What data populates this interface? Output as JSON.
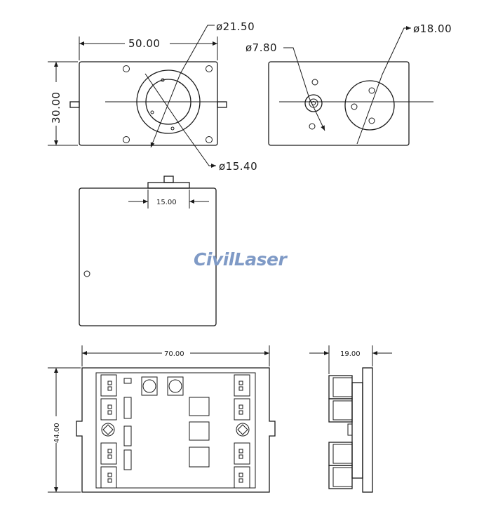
{
  "drawing": {
    "top_view": {
      "width_label": "50.00",
      "height_label": "30.00",
      "outer_diameter_label": "ø21.50",
      "inner_diameter_label": "ø15.40"
    },
    "end_view": {
      "small_port_label": "ø7.80",
      "large_port_label": "ø18.00"
    },
    "side_view": {
      "tab_width_label": "15.00"
    },
    "watermark": "CivilLaser",
    "board_view": {
      "width_label": "70.00",
      "height_label": "44.00"
    },
    "board_side_view": {
      "depth_label": "19.00"
    }
  },
  "colors": {
    "line": "#1a1a1a",
    "watermark": "#7f9ac6",
    "background": "#ffffff"
  }
}
